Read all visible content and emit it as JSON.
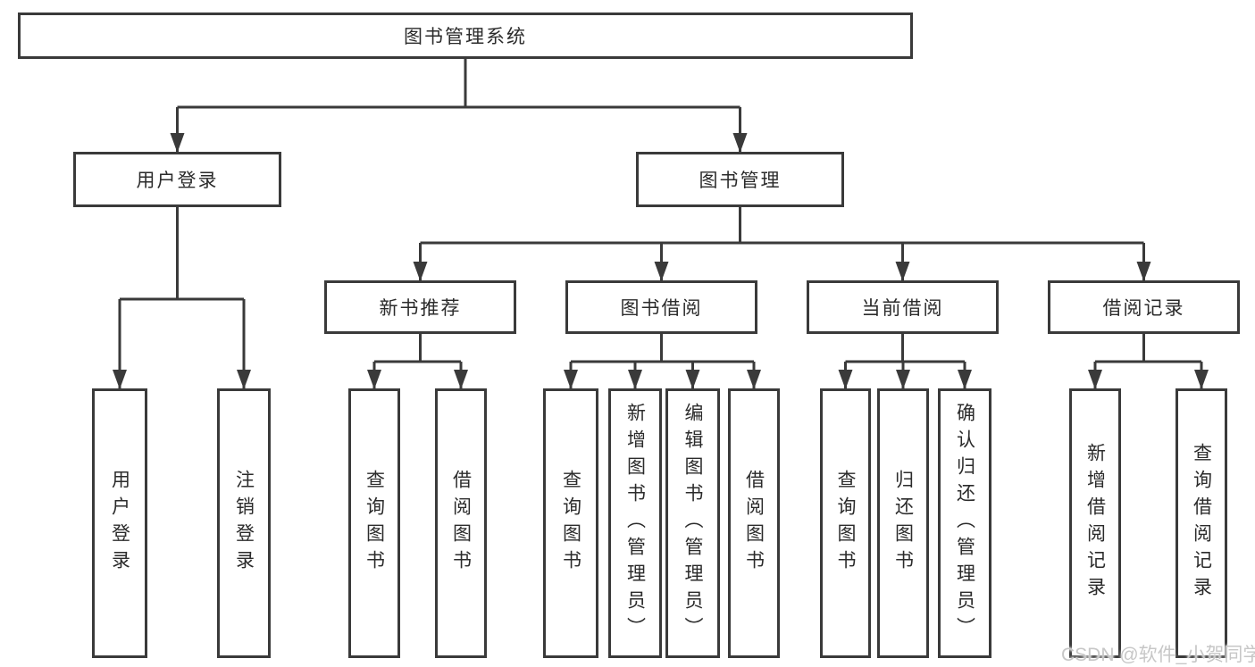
{
  "diagram": {
    "root": {
      "label": "图书管理系统"
    },
    "level2": [
      {
        "label": "用户登录",
        "children": [
          {
            "label": "用户登录"
          },
          {
            "label": "注销登录"
          }
        ]
      },
      {
        "label": "图书管理",
        "children": [
          {
            "label": "新书推荐",
            "children": [
              {
                "label": "查询图书"
              },
              {
                "label": "借阅图书"
              }
            ]
          },
          {
            "label": "图书借阅",
            "children": [
              {
                "label": "查询图书"
              },
              {
                "label": "新增图书（管理员）"
              },
              {
                "label": "编辑图书（管理员）"
              },
              {
                "label": "借阅图书"
              }
            ]
          },
          {
            "label": "当前借阅",
            "children": [
              {
                "label": "查询图书"
              },
              {
                "label": "归还图书"
              },
              {
                "label": "确认归还（管理员）"
              }
            ]
          },
          {
            "label": "借阅记录",
            "children": [
              {
                "label": "新增借阅记录"
              },
              {
                "label": "查询借阅记录"
              }
            ]
          }
        ]
      }
    ]
  },
  "watermark": "CSDN @软件_小贺同学",
  "colors": {
    "line": "#3a3a3a",
    "text": "#2b2b2b",
    "watermark": "#c7c7c7",
    "background": "#ffffff"
  }
}
